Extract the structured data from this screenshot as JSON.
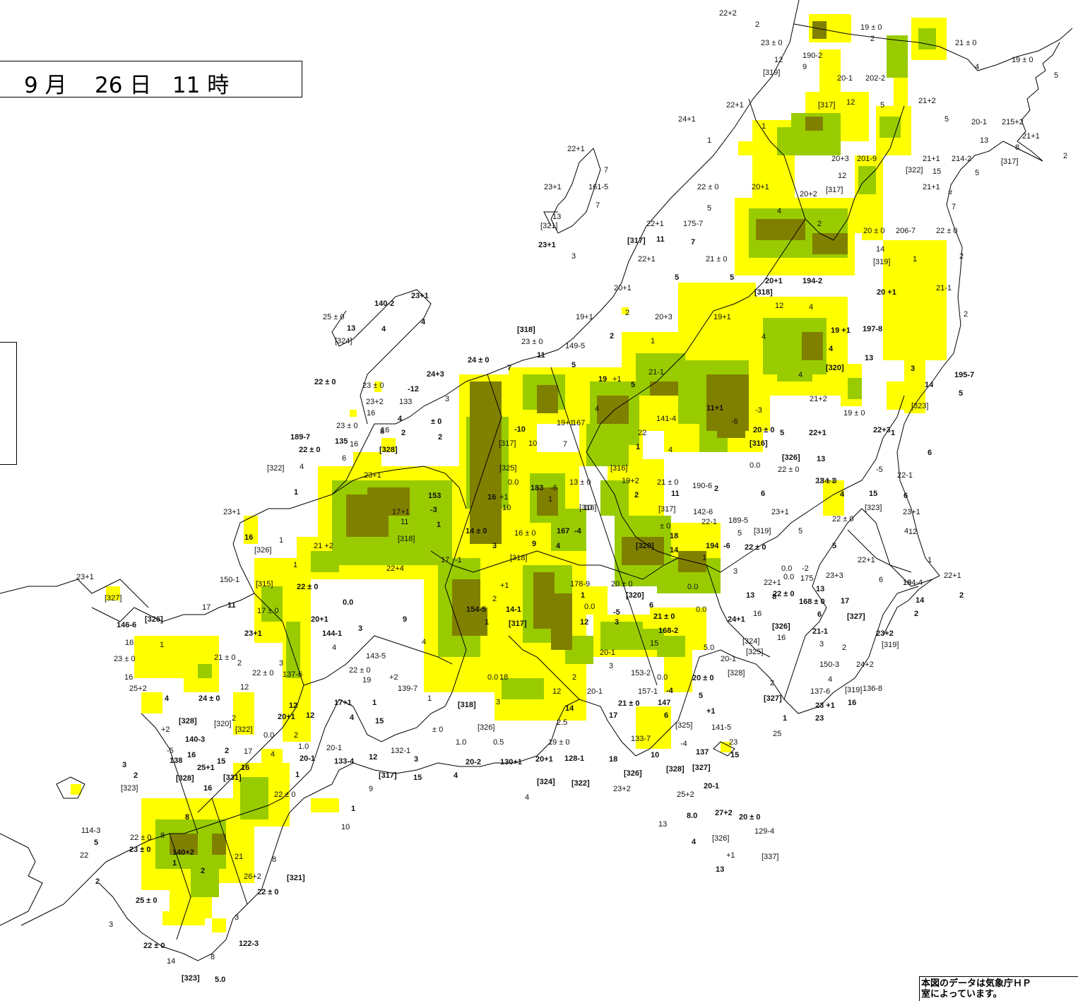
{
  "title": {
    "month": "9",
    "month_unit": "月",
    "day": "26",
    "day_unit": "日",
    "hour": "11",
    "hour_unit": "時"
  },
  "note": {
    "line1": "本図のデータは気象庁ＨＰ",
    "line2": "室によっています。"
  },
  "colors": {
    "coverage_light": "#ffff00",
    "coverage_medium": "#99cc00",
    "coverage_heavy": "#808000",
    "coastline": "#000000"
  },
  "labels": [
    {
      "t": "22+2"
    },
    {
      "t": "2"
    },
    {
      "t": "23 ± 0"
    },
    {
      "t": "19 ± 0"
    },
    {
      "t": "2"
    },
    {
      "t": "21 ± 0"
    },
    {
      "t": "19 ± 0"
    },
    {
      "t": "5"
    },
    {
      "t": "12"
    },
    {
      "t": "190-2"
    },
    {
      "t": "9"
    },
    {
      "t": "[319]"
    },
    {
      "t": "4"
    },
    {
      "t": "20-1"
    },
    {
      "t": "202-2"
    },
    {
      "t": "22+1"
    },
    {
      "t": "[317]"
    },
    {
      "t": "12"
    },
    {
      "t": "5"
    },
    {
      "t": "21+2"
    },
    {
      "t": "24+1"
    },
    {
      "t": "5"
    },
    {
      "t": "20-1"
    },
    {
      "t": "215+2"
    },
    {
      "t": "1"
    },
    {
      "t": "1"
    },
    {
      "t": "13"
    },
    {
      "t": "21+1"
    },
    {
      "t": "8"
    },
    {
      "t": "22+1"
    },
    {
      "t": "20+3"
    },
    {
      "t": "201-9"
    },
    {
      "t": "21+1"
    },
    {
      "t": "214-2"
    },
    {
      "t": "[317]"
    },
    {
      "t": "2"
    },
    {
      "t": "7"
    },
    {
      "t": "[322]"
    },
    {
      "t": "15"
    },
    {
      "t": "5"
    },
    {
      "t": "12"
    },
    {
      "t": "23+1"
    },
    {
      "t": "161-5"
    },
    {
      "t": "22 ± 0"
    },
    {
      "t": "20+1"
    },
    {
      "t": "20+2"
    },
    {
      "t": "[317]"
    },
    {
      "t": "21+1"
    },
    {
      "t": "#"
    },
    {
      "t": "7"
    },
    {
      "t": "5"
    },
    {
      "t": "4"
    },
    {
      "t": "7"
    },
    {
      "t": "13"
    },
    {
      "t": "[321]"
    },
    {
      "t": "22+1"
    },
    {
      "t": "175-7"
    },
    {
      "t": "2"
    },
    {
      "t": "20 ± 0"
    },
    {
      "t": "206-7"
    },
    {
      "t": "22 ± 0"
    },
    {
      "t": "23+1"
    },
    {
      "t": "[317]"
    },
    {
      "t": "11"
    },
    {
      "t": "7"
    },
    {
      "t": "3"
    },
    {
      "t": "22+1"
    },
    {
      "t": "21 ± 0"
    },
    {
      "t": "14"
    },
    {
      "t": "[319]"
    },
    {
      "t": "2"
    },
    {
      "t": "1"
    },
    {
      "t": "5"
    },
    {
      "t": "5"
    },
    {
      "t": "20+1"
    },
    {
      "t": "194-2"
    },
    {
      "t": "20+1"
    },
    {
      "t": "[318]"
    },
    {
      "t": "20 +1"
    },
    {
      "t": "21-1"
    },
    {
      "t": "23+1"
    },
    {
      "t": "140-2"
    },
    {
      "t": "12"
    },
    {
      "t": "4"
    },
    {
      "t": "2"
    },
    {
      "t": "25 ± 0"
    },
    {
      "t": "4"
    },
    {
      "t": "19+1"
    },
    {
      "t": "20+3"
    },
    {
      "t": "19+1"
    },
    {
      "t": "4"
    },
    {
      "t": "2"
    },
    {
      "t": "13"
    },
    {
      "t": "4"
    },
    {
      "t": "[318]"
    },
    {
      "t": "2"
    },
    {
      "t": "19 +1"
    },
    {
      "t": "197-8"
    },
    {
      "t": "[324]"
    },
    {
      "t": "23 ± 0"
    },
    {
      "t": "1"
    },
    {
      "t": "4"
    },
    {
      "t": "13"
    },
    {
      "t": "149-5"
    },
    {
      "t": "11"
    },
    {
      "t": "24 ± 0"
    },
    {
      "t": "[320]"
    },
    {
      "t": "4"
    },
    {
      "t": "5"
    },
    {
      "t": "19"
    },
    {
      "t": "+1"
    },
    {
      "t": "21-1"
    },
    {
      "t": "3"
    },
    {
      "t": "7"
    },
    {
      "t": "24+3"
    },
    {
      "t": "23 ± 0"
    },
    {
      "t": "22 ± 0"
    },
    {
      "t": "-12"
    },
    {
      "t": "5"
    },
    {
      "t": "14"
    },
    {
      "t": "195-7"
    },
    {
      "t": "3"
    },
    {
      "t": "23+2"
    },
    {
      "t": "133"
    },
    {
      "t": "4"
    },
    {
      "t": "21+2"
    },
    {
      "t": "5"
    },
    {
      "t": "16"
    },
    {
      "t": "11+1"
    },
    {
      "t": "-3"
    },
    {
      "t": "[323]"
    },
    {
      "t": "4"
    },
    {
      "t": "± 0"
    },
    {
      "t": "141-4"
    },
    {
      "t": "19 ± 0"
    },
    {
      "t": "22+3"
    },
    {
      "t": "1"
    },
    {
      "t": "23 ± 0"
    },
    {
      "t": "-10"
    },
    {
      "t": "19+1"
    },
    {
      "t": "167"
    },
    {
      "t": "-6"
    },
    {
      "t": "8"
    },
    {
      "t": "2"
    },
    {
      "t": "22"
    },
    {
      "t": "20 ± 0"
    },
    {
      "t": "5"
    },
    {
      "t": "22+1"
    },
    {
      "t": "189-7"
    },
    {
      "t": "22 ± 0"
    },
    {
      "t": "16"
    },
    {
      "t": "2"
    },
    {
      "t": "135"
    },
    {
      "t": "[317]"
    },
    {
      "t": "10"
    },
    {
      "t": "7"
    },
    {
      "t": "1"
    },
    {
      "t": "4"
    },
    {
      "t": "[316]"
    },
    {
      "t": "6"
    },
    {
      "t": "16"
    },
    {
      "t": "[328]"
    },
    {
      "t": "[326]"
    },
    {
      "t": "13"
    },
    {
      "t": "6"
    },
    {
      "t": "4"
    },
    {
      "t": "[325]"
    },
    {
      "t": "[316]"
    },
    {
      "t": "0.0"
    },
    {
      "t": "22 ± 0"
    },
    {
      "t": "[322]"
    },
    {
      "t": "23+1"
    },
    {
      "t": "19+2"
    },
    {
      "t": "-5"
    },
    {
      "t": "22-1"
    },
    {
      "t": "184-3"
    },
    {
      "t": "0.0"
    },
    {
      "t": "183"
    },
    {
      "t": "-6"
    },
    {
      "t": "13 ± 0"
    },
    {
      "t": "190-6"
    },
    {
      "t": "21 ± 0"
    },
    {
      "t": "23 ± 0"
    },
    {
      "t": "1"
    },
    {
      "t": "153"
    },
    {
      "t": "16"
    },
    {
      "t": "+1"
    },
    {
      "t": "10"
    },
    {
      "t": "2"
    },
    {
      "t": "2"
    },
    {
      "t": "11"
    },
    {
      "t": "6"
    },
    {
      "t": "4"
    },
    {
      "t": "15"
    },
    {
      "t": "6"
    },
    {
      "t": "17+1"
    },
    {
      "t": "-3"
    },
    {
      "t": "10"
    },
    {
      "t": "1"
    },
    {
      "t": "[318]"
    },
    {
      "t": "[317]"
    },
    {
      "t": "[323]"
    },
    {
      "t": "23+1"
    },
    {
      "t": "142-6"
    },
    {
      "t": "11"
    },
    {
      "t": "23+1"
    },
    {
      "t": "189-5"
    },
    {
      "t": "23+1"
    },
    {
      "t": "22-1"
    },
    {
      "t": "12"
    },
    {
      "t": "1"
    },
    {
      "t": "± 0"
    },
    {
      "t": "22 ± 0"
    },
    {
      "t": "4"
    },
    {
      "t": "16"
    },
    {
      "t": "1"
    },
    {
      "t": "16 ± 0"
    },
    {
      "t": "167"
    },
    {
      "t": "-4"
    },
    {
      "t": "5"
    },
    {
      "t": "[319]"
    },
    {
      "t": "5"
    },
    {
      "t": "[318]"
    },
    {
      "t": "18"
    },
    {
      "t": "21 +2"
    },
    {
      "t": "14 ± 0"
    },
    {
      "t": "3"
    },
    {
      "t": "9"
    },
    {
      "t": "4"
    },
    {
      "t": "[320]"
    },
    {
      "t": "14"
    },
    {
      "t": "194"
    },
    {
      "t": "-6"
    },
    {
      "t": "22 ± 0"
    },
    {
      "t": "5"
    },
    {
      "t": "[326]"
    },
    {
      "t": "1"
    },
    {
      "t": "17"
    },
    {
      "t": "-1"
    },
    {
      "t": "[318]"
    },
    {
      "t": "1"
    },
    {
      "t": "22+1"
    },
    {
      "t": "0.0"
    },
    {
      "t": "1"
    },
    {
      "t": "22+4"
    },
    {
      "t": "-2"
    },
    {
      "t": "3"
    },
    {
      "t": "0.0"
    },
    {
      "t": "175"
    },
    {
      "t": "23+3"
    },
    {
      "t": "23+1"
    },
    {
      "t": "150-1"
    },
    {
      "t": "[315]"
    },
    {
      "t": "+1"
    },
    {
      "t": "178-9"
    },
    {
      "t": "20 ± 0"
    },
    {
      "t": "0.0"
    },
    {
      "t": "6"
    },
    {
      "t": "164-4"
    },
    {
      "t": "22+1"
    },
    {
      "t": "22+1"
    },
    {
      "t": "22 ± 0"
    },
    {
      "t": "13"
    },
    {
      "t": "22 ± 0"
    },
    {
      "t": "19"
    },
    {
      "t": "1"
    },
    {
      "t": "[320]"
    },
    {
      "t": "13"
    },
    {
      "t": "8"
    },
    {
      "t": "168 ± 0"
    },
    {
      "t": "17"
    },
    {
      "t": "14"
    },
    {
      "t": "2"
    },
    {
      "t": "0.0"
    },
    {
      "t": "2"
    },
    {
      "t": "[327]"
    },
    {
      "t": "17"
    },
    {
      "t": "11"
    },
    {
      "t": "0.0"
    },
    {
      "t": "6"
    },
    {
      "t": "0.0"
    },
    {
      "t": "16"
    },
    {
      "t": "6"
    },
    {
      "t": "[327]"
    },
    {
      "t": "2"
    },
    {
      "t": "17 ± 0"
    },
    {
      "t": "154-5"
    },
    {
      "t": "14-1"
    },
    {
      "t": "-5"
    },
    {
      "t": "21 ± 0"
    },
    {
      "t": "24+1"
    },
    {
      "t": "146-6"
    },
    {
      "t": "[326]"
    },
    {
      "t": "20+1"
    },
    {
      "t": "9"
    },
    {
      "t": "1"
    },
    {
      "t": "[317]"
    },
    {
      "t": "12"
    },
    {
      "t": "3"
    },
    {
      "t": "168-2"
    },
    {
      "t": "[326]"
    },
    {
      "t": "21-1"
    },
    {
      "t": "23+2"
    },
    {
      "t": "23+1"
    },
    {
      "t": "144-1"
    },
    {
      "t": "3"
    },
    {
      "t": "4"
    },
    {
      "t": "16"
    },
    {
      "t": "[319]"
    },
    {
      "t": "4"
    },
    {
      "t": "15"
    },
    {
      "t": "3"
    },
    {
      "t": "1"
    },
    {
      "t": "16"
    },
    {
      "t": "21 ± 0"
    },
    {
      "t": "20-1"
    },
    {
      "t": "[324]"
    },
    {
      "t": "5.0"
    },
    {
      "t": "[325]"
    },
    {
      "t": "2"
    },
    {
      "t": "23 ± 0"
    },
    {
      "t": "143-5"
    },
    {
      "t": "2"
    },
    {
      "t": "3"
    },
    {
      "t": "3"
    },
    {
      "t": "20-1"
    },
    {
      "t": "150-3"
    },
    {
      "t": "24+2"
    },
    {
      "t": "16"
    },
    {
      "t": "22 ± 0"
    },
    {
      "t": "22 ± 0"
    },
    {
      "t": "153-2"
    },
    {
      "t": "0.0"
    },
    {
      "t": "20 ± 0"
    },
    {
      "t": "[328]"
    },
    {
      "t": "2"
    },
    {
      "t": "12"
    },
    {
      "t": "137-6"
    },
    {
      "t": "19"
    },
    {
      "t": "+2"
    },
    {
      "t": "0.0"
    },
    {
      "t": "18"
    },
    {
      "t": "2"
    },
    {
      "t": "4"
    },
    {
      "t": "25+2"
    },
    {
      "t": "139-7"
    },
    {
      "t": "4"
    },
    {
      "t": "24 ± 0"
    },
    {
      "t": "136-8"
    },
    {
      "t": "12"
    },
    {
      "t": "20-1"
    },
    {
      "t": "157-1"
    },
    {
      "t": "-4"
    },
    {
      "t": "5"
    },
    {
      "t": "137-6"
    },
    {
      "t": "[319]"
    },
    {
      "t": "17+1"
    },
    {
      "t": "1"
    },
    {
      "t": "1"
    },
    {
      "t": "[318]"
    },
    {
      "t": "3"
    },
    {
      "t": "21 ± 0"
    },
    {
      "t": "147"
    },
    {
      "t": "[327]"
    },
    {
      "t": "23 +1"
    },
    {
      "t": "16"
    },
    {
      "t": "12"
    },
    {
      "t": "12"
    },
    {
      "t": "14"
    },
    {
      "t": "+1"
    },
    {
      "t": "[328]"
    },
    {
      "t": "2"
    },
    {
      "t": "20+1"
    },
    {
      "t": "4"
    },
    {
      "t": "15"
    },
    {
      "t": "17"
    },
    {
      "t": "6"
    },
    {
      "t": "1"
    },
    {
      "t": "23"
    },
    {
      "t": "[320]"
    },
    {
      "t": "[322]"
    },
    {
      "t": "2.5"
    },
    {
      "t": "[325]"
    },
    {
      "t": "141-5"
    },
    {
      "t": "+2"
    },
    {
      "t": "0.0"
    },
    {
      "t": "2"
    },
    {
      "t": "[326]"
    },
    {
      "t": "± 0"
    },
    {
      "t": "25"
    },
    {
      "t": "140-3"
    },
    {
      "t": "1.0"
    },
    {
      "t": "20-1"
    },
    {
      "t": "132-1"
    },
    {
      "t": "1.0"
    },
    {
      "t": "0.5"
    },
    {
      "t": "19 ± 0"
    },
    {
      "t": "133-7"
    },
    {
      "t": "-4"
    },
    {
      "t": "23"
    },
    {
      "t": "-5"
    },
    {
      "t": "16"
    },
    {
      "t": "2"
    },
    {
      "t": "17"
    },
    {
      "t": "4"
    },
    {
      "t": "20-1"
    },
    {
      "t": "133-4"
    },
    {
      "t": "12"
    },
    {
      "t": "3"
    },
    {
      "t": "20-2"
    },
    {
      "t": "130+1"
    },
    {
      "t": "20+1"
    },
    {
      "t": "128-1"
    },
    {
      "t": "18"
    },
    {
      "t": "10"
    },
    {
      "t": "137"
    },
    {
      "t": "15"
    },
    {
      "t": "138"
    },
    {
      "t": "25+1"
    },
    {
      "t": "15"
    },
    {
      "t": "3"
    },
    {
      "t": "2"
    },
    {
      "t": "[328]"
    },
    {
      "t": "[331]"
    },
    {
      "t": "16"
    },
    {
      "t": "1"
    },
    {
      "t": "[317]"
    },
    {
      "t": "15"
    },
    {
      "t": "4"
    },
    {
      "t": "[326]"
    },
    {
      "t": "[328]"
    },
    {
      "t": "[327]"
    },
    {
      "t": "[323]"
    },
    {
      "t": "16"
    },
    {
      "t": "9"
    },
    {
      "t": "[324]"
    },
    {
      "t": "[322]"
    },
    {
      "t": "4"
    },
    {
      "t": "23+2"
    },
    {
      "t": "20-1"
    },
    {
      "t": "22 ± 0"
    },
    {
      "t": "25+2"
    },
    {
      "t": "1"
    },
    {
      "t": "8"
    },
    {
      "t": "10"
    },
    {
      "t": "8.0"
    },
    {
      "t": "27+2"
    },
    {
      "t": "20 ± 0"
    },
    {
      "t": "114-3"
    },
    {
      "t": "13"
    },
    {
      "t": "129-4"
    },
    {
      "t": "5"
    },
    {
      "t": "22 ± 0"
    },
    {
      "t": "8"
    },
    {
      "t": "[326]"
    },
    {
      "t": "4"
    },
    {
      "t": "22"
    },
    {
      "t": "23 ± 0"
    },
    {
      "t": "140+2"
    },
    {
      "t": "21"
    },
    {
      "t": "8"
    },
    {
      "t": "+1"
    },
    {
      "t": "[337]"
    },
    {
      "t": "1"
    },
    {
      "t": "13"
    },
    {
      "t": "2"
    },
    {
      "t": "26+2"
    },
    {
      "t": "[321]"
    },
    {
      "t": "2"
    },
    {
      "t": "22 ± 0"
    },
    {
      "t": "25 ± 0"
    },
    {
      "t": "3"
    },
    {
      "t": "3"
    },
    {
      "t": "22 ± 0"
    },
    {
      "t": "122-3"
    },
    {
      "t": "14"
    },
    {
      "t": "8"
    },
    {
      "t": "[323]"
    },
    {
      "t": "5.0"
    }
  ]
}
